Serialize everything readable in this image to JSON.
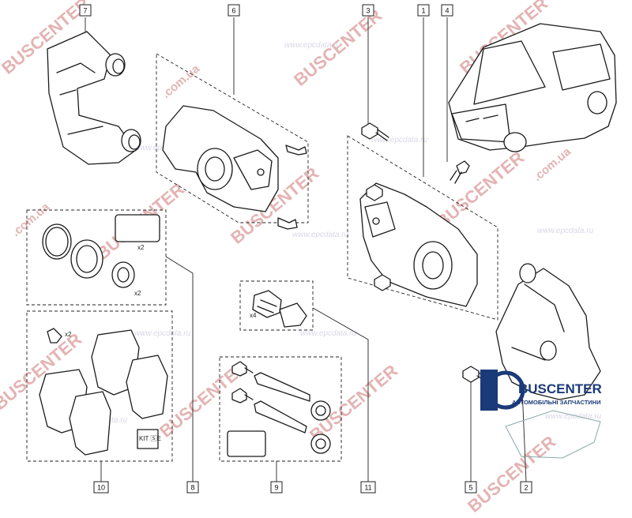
{
  "watermarks": {
    "buscenter": "BUSCENTER",
    "domain_ua": ".com.ua",
    "epcdata": "www.epcdata.ru"
  },
  "brand": {
    "name": "BUSCENTER",
    "tagline": "АВТОМОБІЛЬНІ ЗАПЧАСТИНИ",
    "accent_color": "#1b3a7a"
  },
  "callouts": [
    {
      "id": "c7",
      "label": "7"
    },
    {
      "id": "c6",
      "label": "6"
    },
    {
      "id": "c3",
      "label": "3"
    },
    {
      "id": "c1",
      "label": "1"
    },
    {
      "id": "c4",
      "label": "4"
    },
    {
      "id": "c10",
      "label": "10"
    },
    {
      "id": "c8",
      "label": "8"
    },
    {
      "id": "c9",
      "label": "9"
    },
    {
      "id": "c11",
      "label": "11"
    },
    {
      "id": "c5",
      "label": "5"
    },
    {
      "id": "c2",
      "label": "2"
    }
  ],
  "quantities": {
    "shims": "x2",
    "boots": "x2",
    "clips": "x4",
    "screw": "x2"
  },
  "kit_label": "KIT 🅂E"
}
